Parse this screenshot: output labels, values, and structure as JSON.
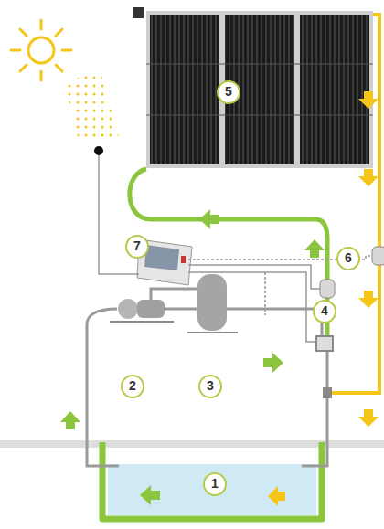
{
  "diagram": {
    "labels": [
      "5",
      "7",
      "6",
      "4",
      "2",
      "3",
      "1"
    ]
  }
}
